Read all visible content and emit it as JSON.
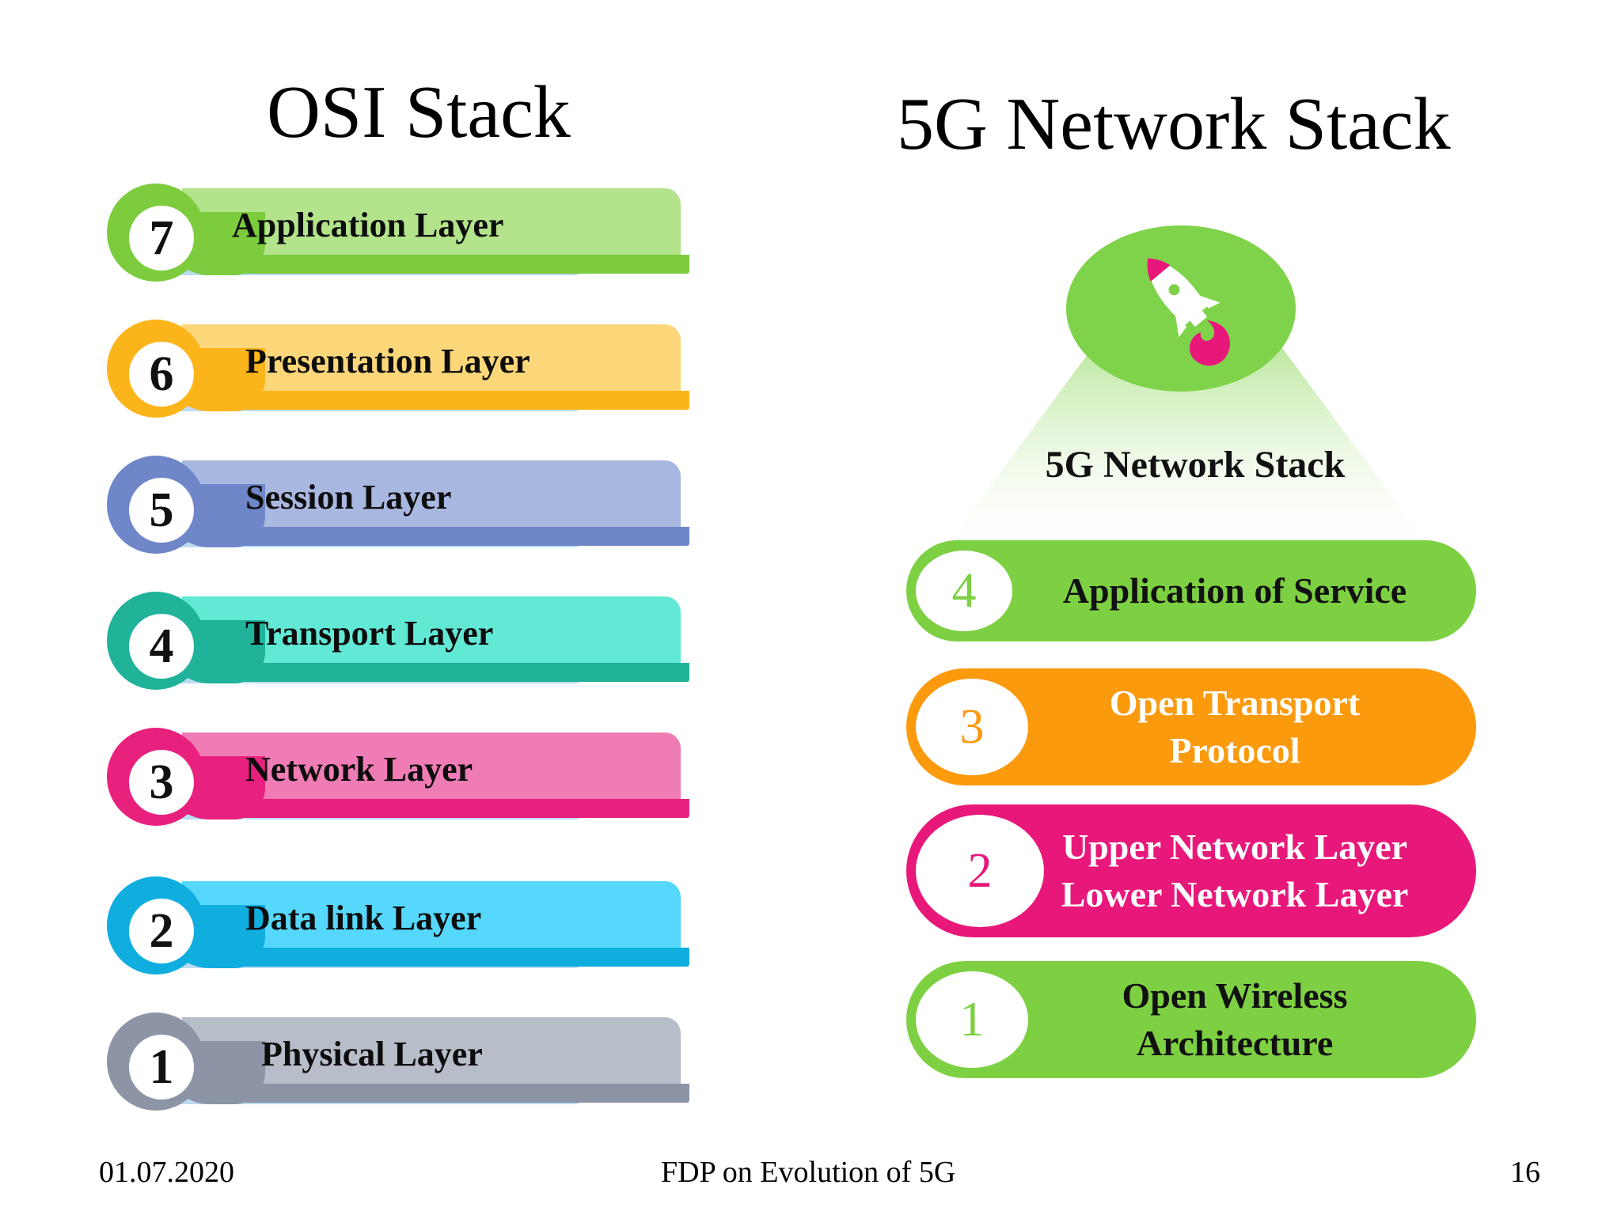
{
  "osi": {
    "title": "OSI Stack",
    "layers": [
      {
        "number": "7",
        "label": "Application Layer",
        "light": "#b3e48c",
        "dark": "#7ccc3e"
      },
      {
        "number": "6",
        "label": "Presentation Layer",
        "light": "#fcd779",
        "dark": "#fbb41a"
      },
      {
        "number": "5",
        "label": "Session Layer",
        "light": "#a9b8e1",
        "dark": "#6f86c8"
      },
      {
        "number": "4",
        "label": "Transport Layer",
        "light": "#62e9d6",
        "dark": "#21b29a"
      },
      {
        "number": "3",
        "label": "Network Layer",
        "light": "#f07cb5",
        "dark": "#e8217e"
      },
      {
        "number": "2",
        "label": "Data link Layer",
        "light": "#55d8fb",
        "dark": "#10aedf"
      },
      {
        "number": "1",
        "label": "Physical Layer",
        "light": "#b7bdc9",
        "dark": "#8c94a6"
      }
    ]
  },
  "fiveg": {
    "title": "5G Network Stack",
    "center_label": "5G Network Stack",
    "rocket_icon": "rocket-icon",
    "layers": [
      {
        "number": "4",
        "lines": [
          "Application of Service"
        ],
        "color": "#7ed043",
        "text_color": "#111111"
      },
      {
        "number": "3",
        "lines": [
          "Open Transport",
          "Protocol"
        ],
        "color": "#fb9a0d",
        "text_color": "#ffffff"
      },
      {
        "number": "2",
        "lines": [
          "Upper Network Layer",
          "Lower Network Layer"
        ],
        "color": "#e8187a",
        "text_color": "#ffffff"
      },
      {
        "number": "1",
        "lines": [
          "Open Wireless",
          "Architecture"
        ],
        "color": "#7ed043",
        "text_color": "#111111"
      }
    ]
  },
  "footer": {
    "date": "01.07.2020",
    "center": "FDP on Evolution of 5G",
    "page": "16"
  }
}
